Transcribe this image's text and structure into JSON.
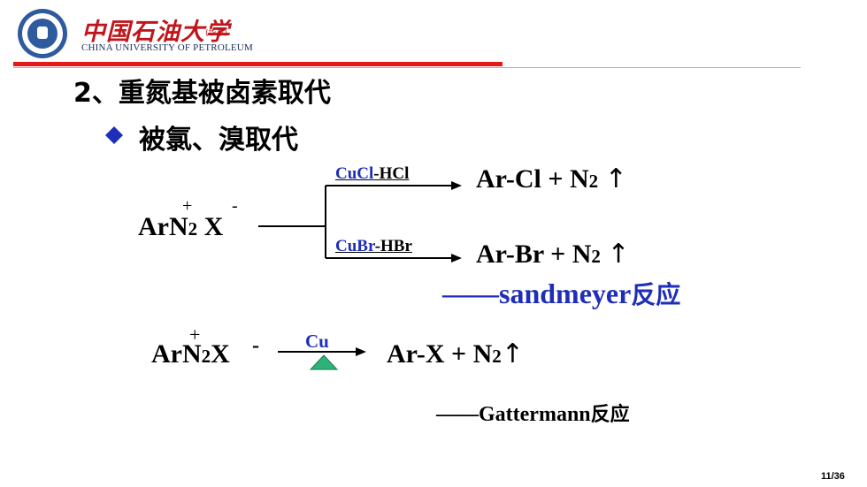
{
  "header": {
    "brand_cn": "中国石油大学",
    "brand_sub": "(华东)",
    "brand_en": "CHINA UNIVERSITY OF PETROLEUM"
  },
  "heading": "2、重氮基被卤素取代",
  "subheading": "被氯、溴取代",
  "reaction1": {
    "reactant_ar": "Ar",
    "reactant_n": "N",
    "reactant_sub": "2",
    "reactant_x": "X",
    "charge_plus": "+",
    "charge_minus": "-",
    "upper_reagent_a": "CuCl",
    "upper_reagent_b": "-HCl",
    "upper_product_a": "Ar-Cl + N",
    "upper_product_sub": "2",
    "lower_reagent_a": "CuBr",
    "lower_reagent_b": "-HBr",
    "lower_product_a": "Ar-Br + N",
    "lower_product_sub": "2",
    "arrow_up": "↑",
    "name_dash": "——",
    "name_latin": "sandmeyer",
    "name_cn": "反应"
  },
  "reaction2": {
    "reactant_ar": "Ar",
    "reactant_n": "N",
    "reactant_sub": "2",
    "reactant_x": "X",
    "charge_plus": "+",
    "charge_minus": "-",
    "catalyst": "Cu",
    "product_a": "Ar-X + N",
    "product_sub": "2",
    "arrow_up": "↑",
    "name_dash": "——",
    "name_latin": "Gattermann",
    "name_cn": "反应"
  },
  "page_number": "11/36",
  "colors": {
    "brand_red": "#c0161b",
    "rule_red": "#e21a1a",
    "reagent_blue": "#1f2eb8",
    "heat_triangle": "#2db37a",
    "bullet_blue": "#1f2eb8"
  }
}
